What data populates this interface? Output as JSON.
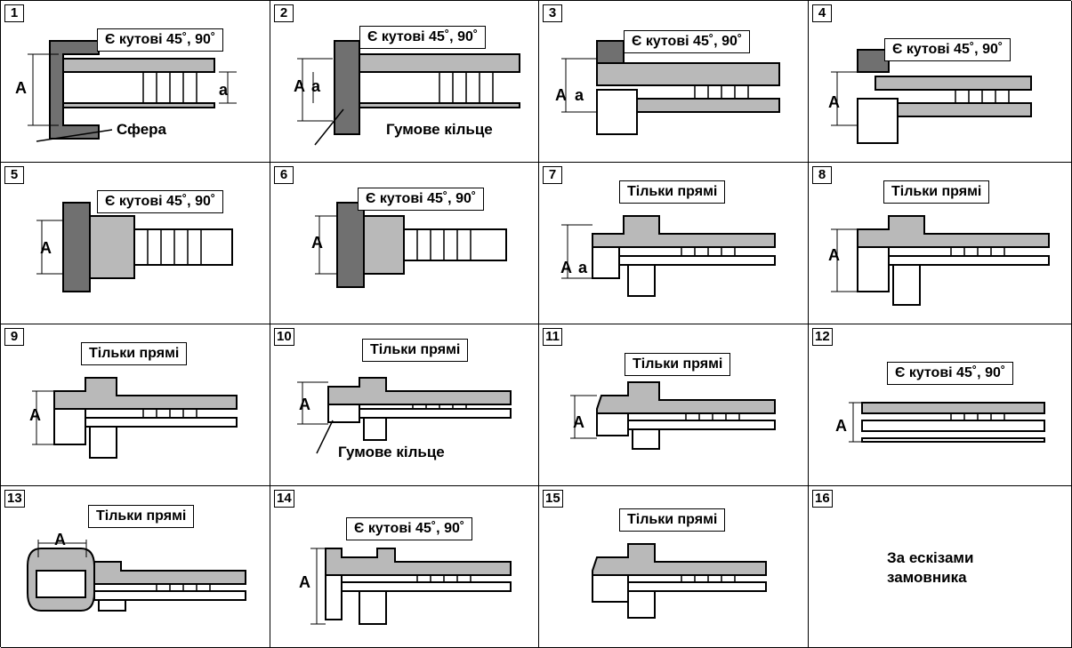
{
  "cells": [
    {
      "num": "1",
      "label": "Є кутові 45˚, 90˚",
      "dims": [
        "A",
        "a"
      ],
      "note": "Сфера"
    },
    {
      "num": "2",
      "label": "Є кутові 45˚, 90˚",
      "dims": [
        "A",
        "a"
      ],
      "note": "Гумове кільце"
    },
    {
      "num": "3",
      "label": "Є кутові 45˚, 90˚",
      "dims": [
        "A",
        "a"
      ]
    },
    {
      "num": "4",
      "label": "Є кутові 45˚, 90˚",
      "dims": [
        "A"
      ]
    },
    {
      "num": "5",
      "label": "Є кутові 45˚, 90˚",
      "dims": [
        "A"
      ]
    },
    {
      "num": "6",
      "label": "Є кутові 45˚, 90˚",
      "dims": [
        "A"
      ]
    },
    {
      "num": "7",
      "label": "Тільки прямі",
      "dims": [
        "A",
        "a"
      ]
    },
    {
      "num": "8",
      "label": "Тільки прямі",
      "dims": [
        "A"
      ]
    },
    {
      "num": "9",
      "label": "Тільки прямі",
      "dims": [
        "A"
      ]
    },
    {
      "num": "10",
      "label": "Тільки прямі",
      "dims": [
        "A"
      ],
      "note": "Гумове кільце"
    },
    {
      "num": "11",
      "label": "Тільки прямі",
      "dims": [
        "A"
      ]
    },
    {
      "num": "12",
      "label": "Є кутові 45˚, 90˚",
      "dims": [
        "A"
      ]
    },
    {
      "num": "13",
      "label": "Тільки прямі",
      "dims": [
        "A"
      ]
    },
    {
      "num": "14",
      "label": "Є кутові 45˚, 90˚",
      "dims": [
        "A"
      ]
    },
    {
      "num": "15",
      "label": "Тільки прямі",
      "dims": []
    },
    {
      "num": "16",
      "text_line1": "За ескізами",
      "text_line2": "замовника"
    }
  ],
  "colors": {
    "fill": "#b9b9b9",
    "dark": "#707070",
    "line": "#000000"
  }
}
